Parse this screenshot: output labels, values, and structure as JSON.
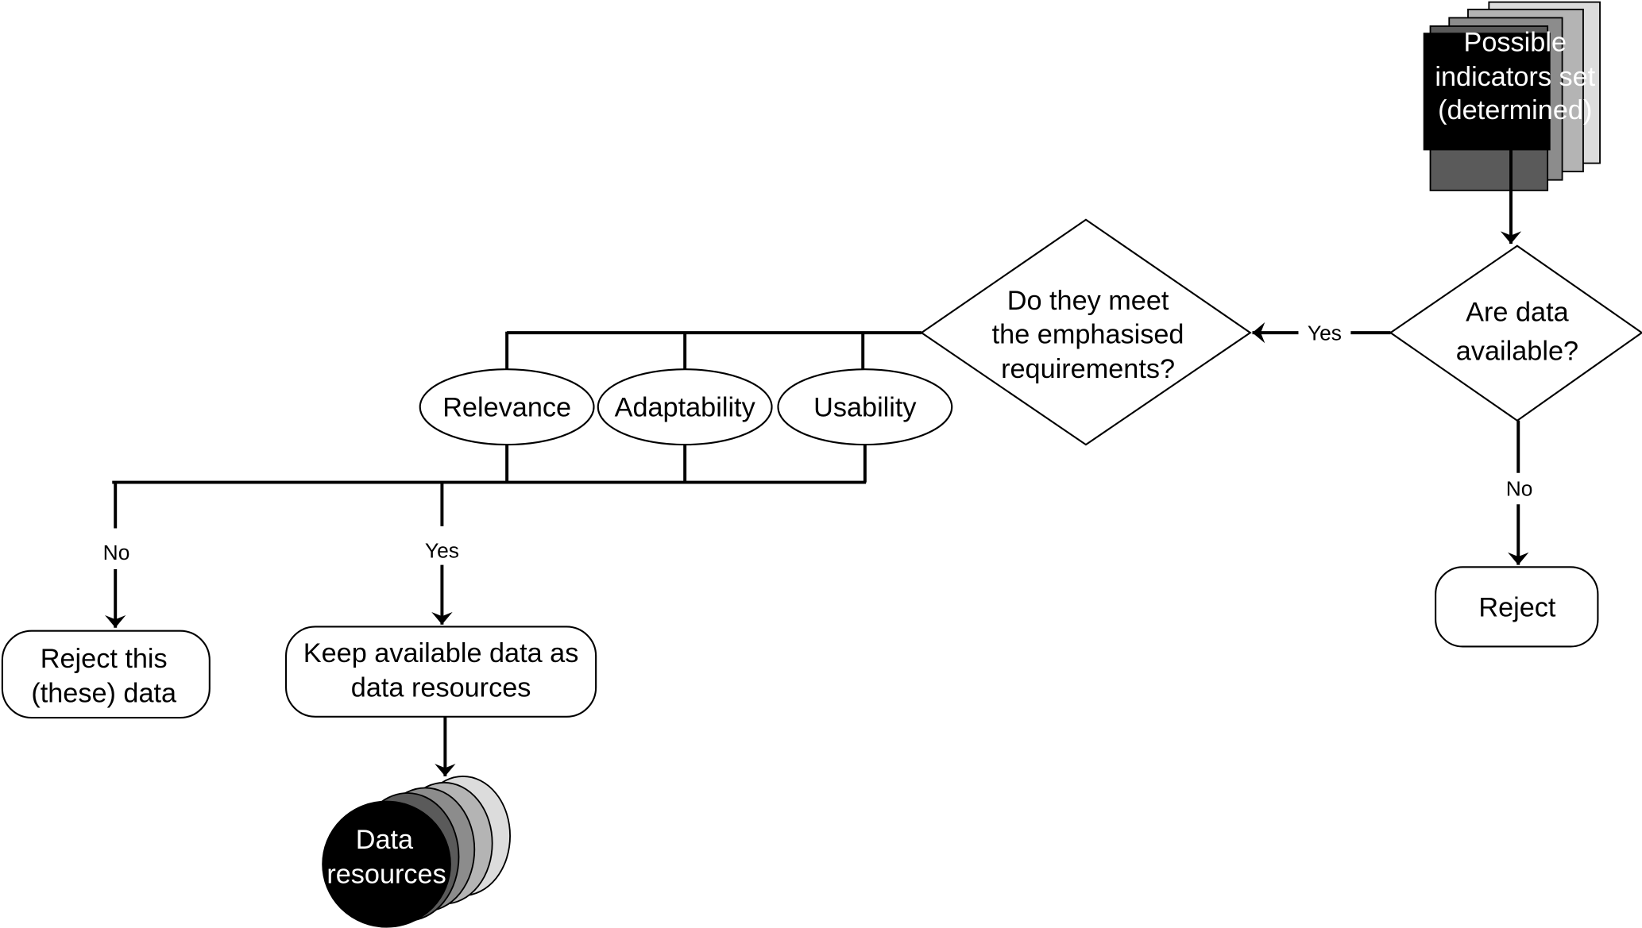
{
  "diagram": {
    "type": "flowchart",
    "nodes": {
      "indicators": {
        "kind": "multi-document",
        "lines": [
          "Possible",
          "indicators set",
          "(determined)"
        ]
      },
      "data_available": {
        "kind": "decision",
        "lines": [
          "Are data",
          "available?"
        ]
      },
      "reject": {
        "kind": "terminal",
        "lines": [
          "Reject"
        ]
      },
      "requirements": {
        "kind": "decision",
        "lines": [
          "Do they meet",
          "the emphasised",
          "requirements?"
        ]
      },
      "relevance": {
        "kind": "criterion",
        "label": "Relevance"
      },
      "adaptability": {
        "kind": "criterion",
        "label": "Adaptability"
      },
      "usability": {
        "kind": "criterion",
        "label": "Usability"
      },
      "reject_data": {
        "kind": "terminal",
        "lines": [
          "Reject this",
          "(these) data"
        ]
      },
      "keep_data": {
        "kind": "process",
        "lines": [
          "Keep available data as",
          "data resources"
        ]
      },
      "data_resources": {
        "kind": "multi-database",
        "lines": [
          "Data",
          "resources"
        ]
      }
    },
    "edges": {
      "yes_to_requirements": "Yes",
      "no_to_reject": "No",
      "no_to_reject_data": "No",
      "yes_to_keep": "Yes"
    },
    "stack_colors": [
      "#dcdcdc",
      "#b4b4b4",
      "#8c8c8c",
      "#5a5a5a",
      "#000000"
    ]
  }
}
